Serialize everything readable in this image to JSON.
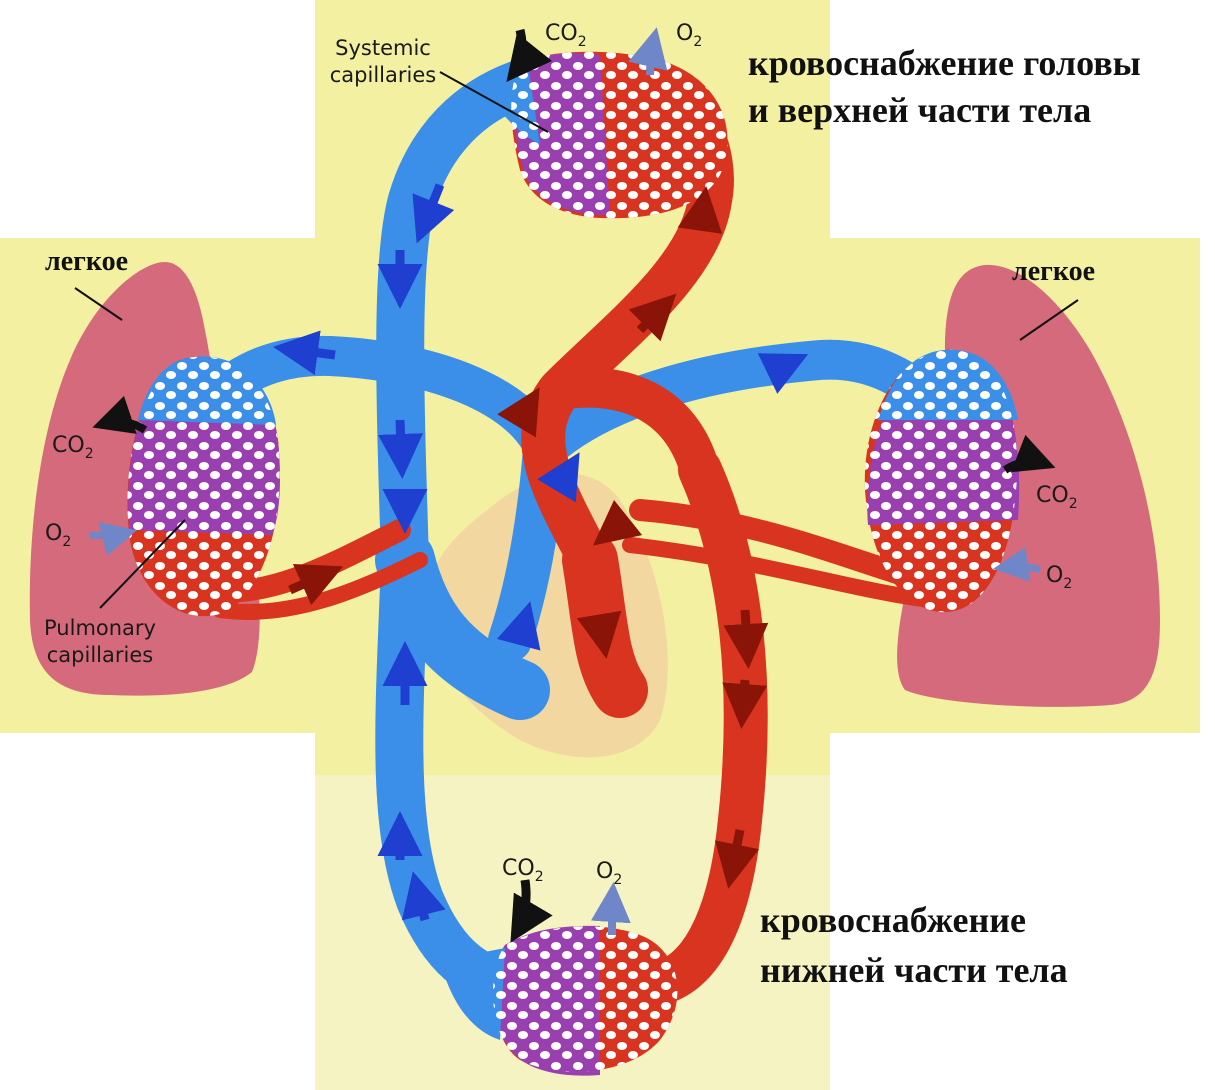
{
  "labels": {
    "head_supply_line1": "кровоснабжение головы",
    "head_supply_line2": "и верхней части тела",
    "lower_supply_line1": "кровоснабжение",
    "lower_supply_line2": "нижней части тела",
    "lung_left": "легкое",
    "lung_right": "легкое",
    "systemic_line1": "Systemic",
    "systemic_line2": "capillaries",
    "pulmonary_line1": "Pulmonary",
    "pulmonary_line2": "capillaries"
  },
  "gases": {
    "co2_base": "CO",
    "co2_sub": "2",
    "o2_base": "O",
    "o2_sub": "2"
  },
  "colors": {
    "background_band": "#f3f0a2",
    "vein_blue": "#3b8fe8",
    "artery_red": "#d8341f",
    "capillary_purple": "#9a3fb0",
    "lung_pink": "#d46a7c",
    "heart_tan": "#f2d7a0",
    "arrow_blue": "#1e3fd0",
    "arrow_red": "#8a1408"
  }
}
